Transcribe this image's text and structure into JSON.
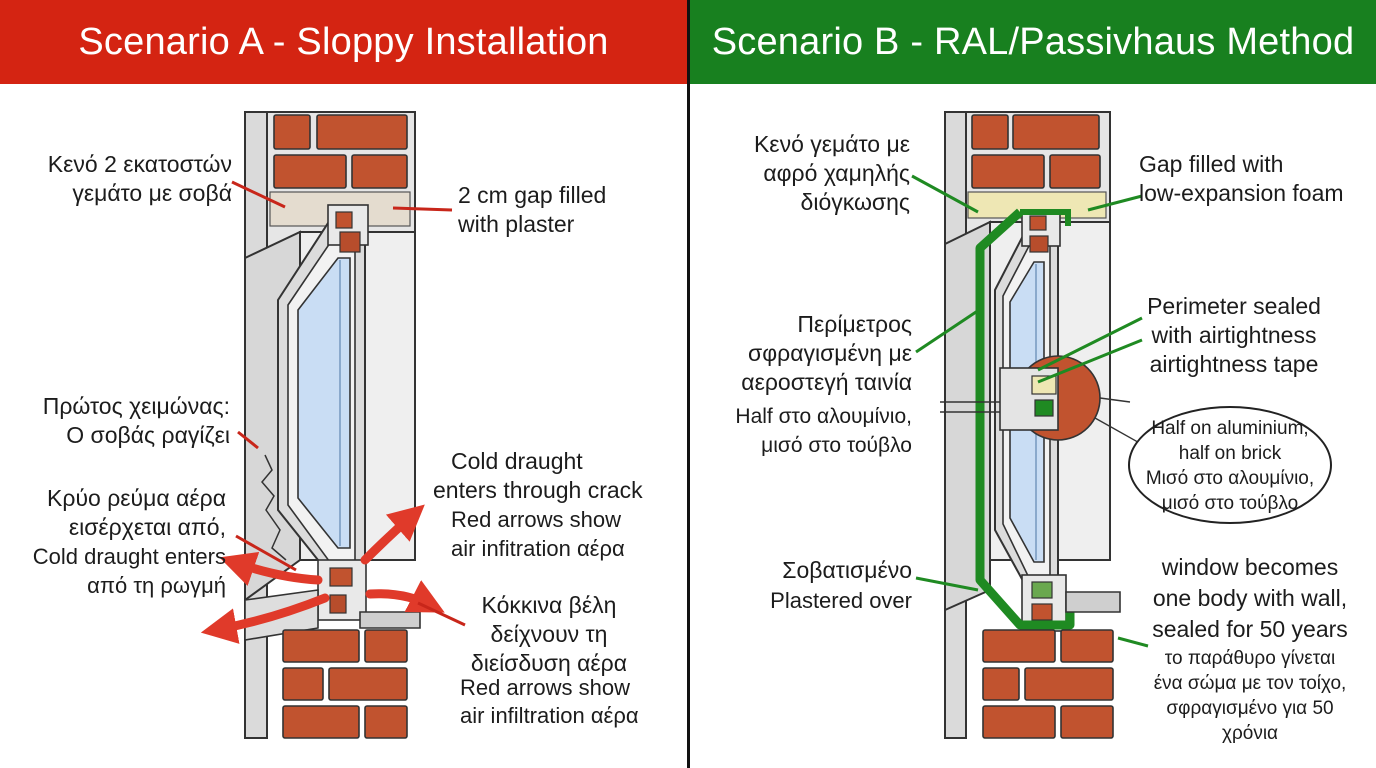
{
  "scenario_a": {
    "title": "Scenario A - Sloppy Installation",
    "header_color": "#d42412",
    "labels": {
      "gap_greek_1": "Κενό 2 εκατοστών",
      "gap_greek_2": "γεμάτο με σοβά",
      "gap_en_1": "2 cm gap filled",
      "gap_en_2": "with plaster",
      "winter_1": "Πρώτος χειμώνας:",
      "winter_2": "Ο σοβάς ραγίζει",
      "cold_greek_1": "Κρύο ρεύμα αέρα",
      "cold_greek_2": "εισέρχεται από,",
      "cold_mixed_1": "Cold draught enters",
      "cold_mixed_2": "από τη ρωγμή",
      "draught_en_1": "Cold draught",
      "draught_en_2": "enters through crack",
      "draught_en_3": "Red arrows show",
      "draught_en_4": "air infitration αέρα",
      "arrows_greek_1": "Κόκκινα βέλη",
      "arrows_greek_2": "δείχνουν τη",
      "arrows_greek_3": "διείσδυση αέρα",
      "arrows_en_1": "Red arrows show",
      "arrows_en_2": "air infiltration αέρα"
    }
  },
  "scenario_b": {
    "title": "Scenario B - RAL/Passivhaus Method",
    "header_color": "#18801f",
    "labels": {
      "foam_greek_1": "Κενό γεμάτο με",
      "foam_greek_2": "αφρό χαμηλής",
      "foam_greek_3": "διόγκωσης",
      "foam_en_1": "Gap filled with",
      "foam_en_2": "low-expansion foam",
      "perimeter_greek_1": "Περίμετρος",
      "perimeter_greek_2": "σφραγισμένη με",
      "perimeter_greek_3": "αεροστεγή ταινία",
      "half_greek_1": "Half στο αλουμίνιο,",
      "half_greek_2": "μισό στο τούβλο",
      "perimeter_en_1": "Perimeter sealed",
      "perimeter_en_2": "with airtightness",
      "perimeter_en_3": "airtightness tape",
      "bubble_1": "Half on aluminium,",
      "bubble_2": "half on brick",
      "bubble_3": "Μισό στο αλουμίνιο,",
      "bubble_4": "μισό στο τούβλο",
      "plastered_greek": "Σοβατισμένο",
      "plastered_en": "Plastered over",
      "body_en_1": "window becomes",
      "body_en_2": "one body with wall,",
      "body_en_3": "sealed for 50 years",
      "body_greek_1": "το παράθυρο γίνεται",
      "body_greek_2": "ένα σώμα με τον τοίχο,",
      "body_greek_3": "σφραγισμένο για 50",
      "body_greek_4": "χρόνια"
    }
  },
  "colors": {
    "brick": "#c1532f",
    "mortar": "#e4dccf",
    "wall": "#e6e6e6",
    "glass": "#c9ddf4",
    "arrow_red": "#e03a2a",
    "seal_green": "#1f8a22",
    "foam": "#eee7b4",
    "leader_red": "#c8261a",
    "leader_green": "#1f8a22"
  }
}
